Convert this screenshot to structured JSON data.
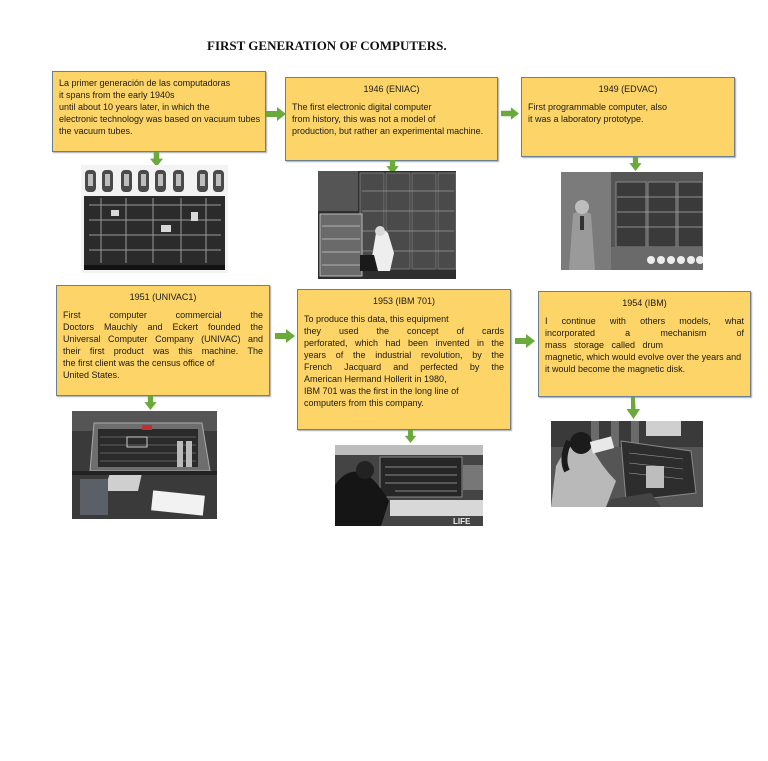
{
  "title": "FIRST GENERATION OF COMPUTERS.",
  "colors": {
    "box_fill": "#fcd468",
    "box_border": "#6b7f93",
    "arrow": "#6aaa3a"
  },
  "boxes": [
    {
      "heading": "",
      "lines": [
        "La primer generación de las computadoras",
        "it spans from the early 1940s",
        "until about 10 years later, in which the",
        "electronic technology was based on vacuum tubes",
        "the vacuum tubes."
      ]
    },
    {
      "heading": "1946 (ENIAC)",
      "lines": [
        "The first electronic digital computer",
        "from history, this was not a model of",
        "production, but rather an experimental machine."
      ]
    },
    {
      "heading": "1949 (EDVAC)",
      "lines": [
        "First programmable computer, also",
        "it was a laboratory prototype."
      ]
    },
    {
      "heading": "1951 (UNIVAC1)",
      "lines": [
        "First computer commercial the",
        "Doctors Mauchly and Eckert founded the",
        "Universal Computer Company (UNIVAC) and",
        "their first product was this machine. The",
        "the first client was the census office of",
        "United States."
      ]
    },
    {
      "heading": "1953 (IBM 701)",
      "lines": [
        "To produce this data, this equipment",
        "they used the concept of cards",
        "perforated, which had been invented in the",
        "years of the industrial revolution, by the",
        "French Jacquard and perfected by the",
        "American Hermand Hollerit in 1980,",
        "IBM 701 was the first in the long line of",
        "computers from this company."
      ]
    },
    {
      "heading": "1954 (IBM)",
      "lines": [
        "I continue with others models, what",
        "incorporated a mechanism of",
        "mass storage called drum",
        "magnetic, which would evolve over the years and",
        "it would become the magnetic disk."
      ]
    }
  ],
  "photos": [
    {
      "subject": "vacuum-tubes-module"
    },
    {
      "subject": "eniac-operator"
    },
    {
      "subject": "edvac-with-man"
    },
    {
      "subject": "univac-console"
    },
    {
      "subject": "ibm-701-operator",
      "caption": "LIFE"
    },
    {
      "subject": "ibm-650-operator"
    }
  ]
}
